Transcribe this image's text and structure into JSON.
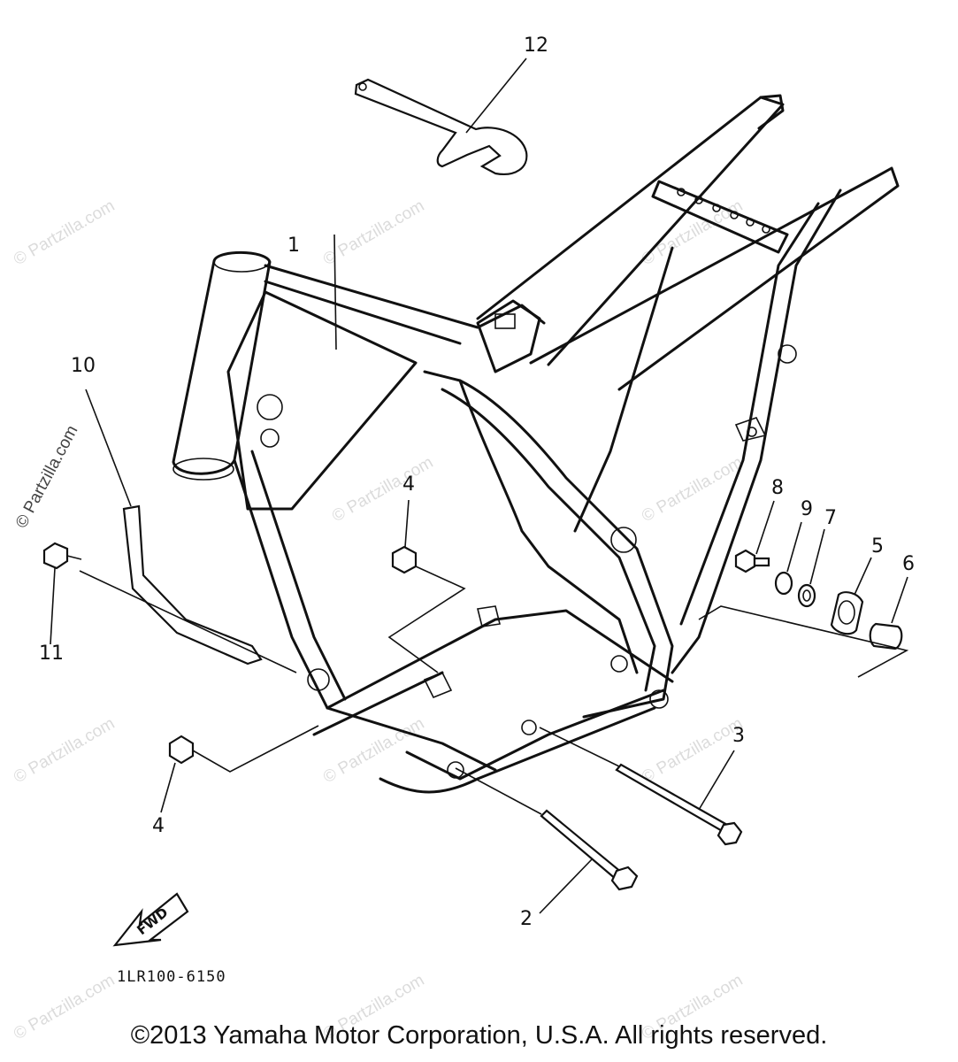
{
  "watermark_text": "© Partzilla.com",
  "callouts": {
    "c1": "1",
    "c2": "2",
    "c3": "3",
    "c4a": "4",
    "c4b": "4",
    "c5": "5",
    "c6": "6",
    "c7": "7",
    "c8": "8",
    "c9": "9",
    "c10": "10",
    "c11": "11",
    "c12": "12"
  },
  "fwd_label": "FWD",
  "drawing_code": "1LR100-6150",
  "copyright": "©2013 Yamaha Motor Corporation, U.S.A. All rights reserved."
}
